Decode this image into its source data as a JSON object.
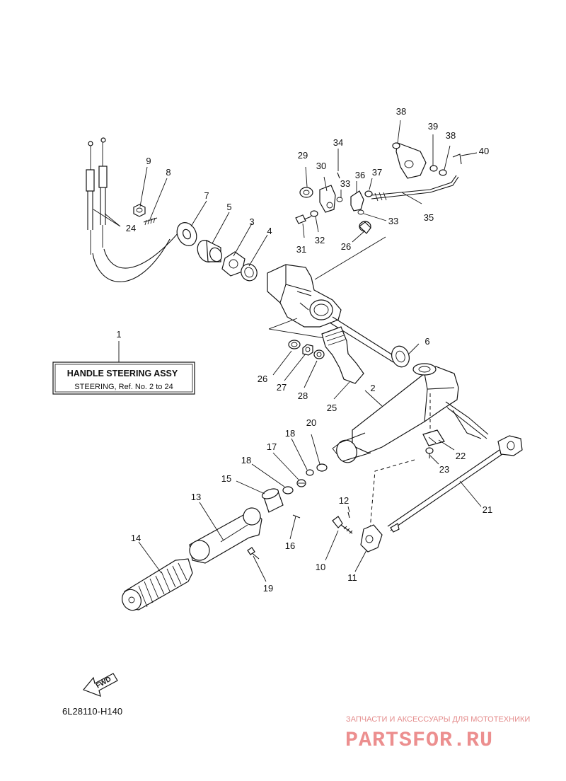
{
  "diagram_code": "6L28110-H140",
  "assembly_box": {
    "title": "HANDLE STEERING ASSY",
    "subtitle": "STEERING, Ref. No. 2 to 24"
  },
  "fwd_label": "FWD",
  "watermark": {
    "tagline": "ЗАПЧАСТИ И АКСЕССУАРЫ ДЛЯ МОТОТЕХНИКИ",
    "brand": "PARTSFOR.RU"
  },
  "callouts": [
    "1",
    "2",
    "3",
    "4",
    "5",
    "6",
    "7",
    "8",
    "9",
    "10",
    "11",
    "12",
    "13",
    "14",
    "15",
    "16",
    "17",
    "18",
    "18",
    "19",
    "20",
    "21",
    "22",
    "23",
    "24",
    "25",
    "26",
    "26",
    "27",
    "28",
    "29",
    "30",
    "31",
    "32",
    "33",
    "33",
    "34",
    "35",
    "36",
    "37",
    "38",
    "38",
    "39",
    "40"
  ]
}
